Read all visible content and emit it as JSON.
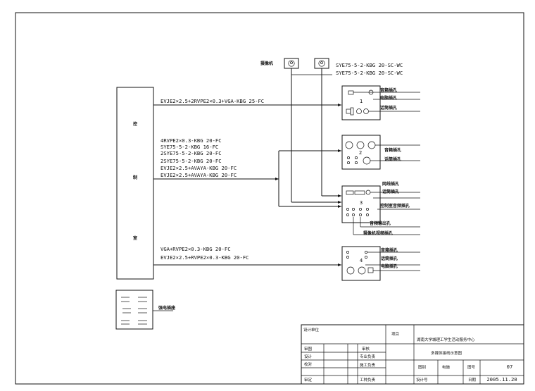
{
  "camera_label": "摄像机",
  "camera_cables": [
    "SYE75-5-2-KBG 20-SC-WC",
    "SYE75-5-2-KBG 20-SC-WC"
  ],
  "control_room": {
    "chars": [
      "控",
      "制",
      "室"
    ]
  },
  "run1_cable": "EVJE2×2.5+2RVPE2×0.3+VGA-KBG 25-FC",
  "run2_cables": [
    "4RVPE2×0.3-KBG 20-FC",
    "SYE75-5-2-KBG 16-FC",
    "2SYE75-5-2-KBG 20-FC",
    "2SYE75-5-2-KBG 20-FC",
    "EVJE2×2.5+AVAYA-KBG 20-FC",
    "EVJE2×2.5+AVAYA-KBG 20-FC"
  ],
  "run3_cables": [
    "VGA+RVPE2×0.3-KBG 20-FC",
    "EVJE2×2.5+RVPE2×0.3-KBG 20-FC"
  ],
  "boxes": {
    "b1": {
      "num": "1",
      "labels": [
        "音箱插孔",
        "电脑插孔",
        "话筒插孔"
      ]
    },
    "b2": {
      "num": "2",
      "labels": [
        "音箱插孔",
        "话筒插孔"
      ]
    },
    "b3": {
      "num": "3",
      "labels": [
        "网线插孔",
        "话筒插孔",
        "控制室音频插孔",
        "音频输出孔",
        "摄像机视频插孔"
      ]
    },
    "b4": {
      "num": "4",
      "labels": [
        "音箱插孔",
        "话筒插孔",
        "电脑插孔"
      ]
    }
  },
  "power_strip_label": "强电插座",
  "title_block": {
    "design_unit": "设计单位",
    "project_label": "项目",
    "project_name": "湖南大学城理工学生活动服务中心",
    "drawing_name": "多媒体接线示意图",
    "row_labels_left": [
      "审图",
      "设计",
      "校对",
      "审定"
    ],
    "row_labels_mid": [
      "审核",
      "专业负责",
      "施工负责",
      "工种负责"
    ],
    "sheet_label": "图别",
    "sheet_value": "电施",
    "number_label": "图号",
    "number_value": "07",
    "design_no_label": "设计号",
    "date_label": "日期",
    "date_value": "2005.11.20"
  }
}
